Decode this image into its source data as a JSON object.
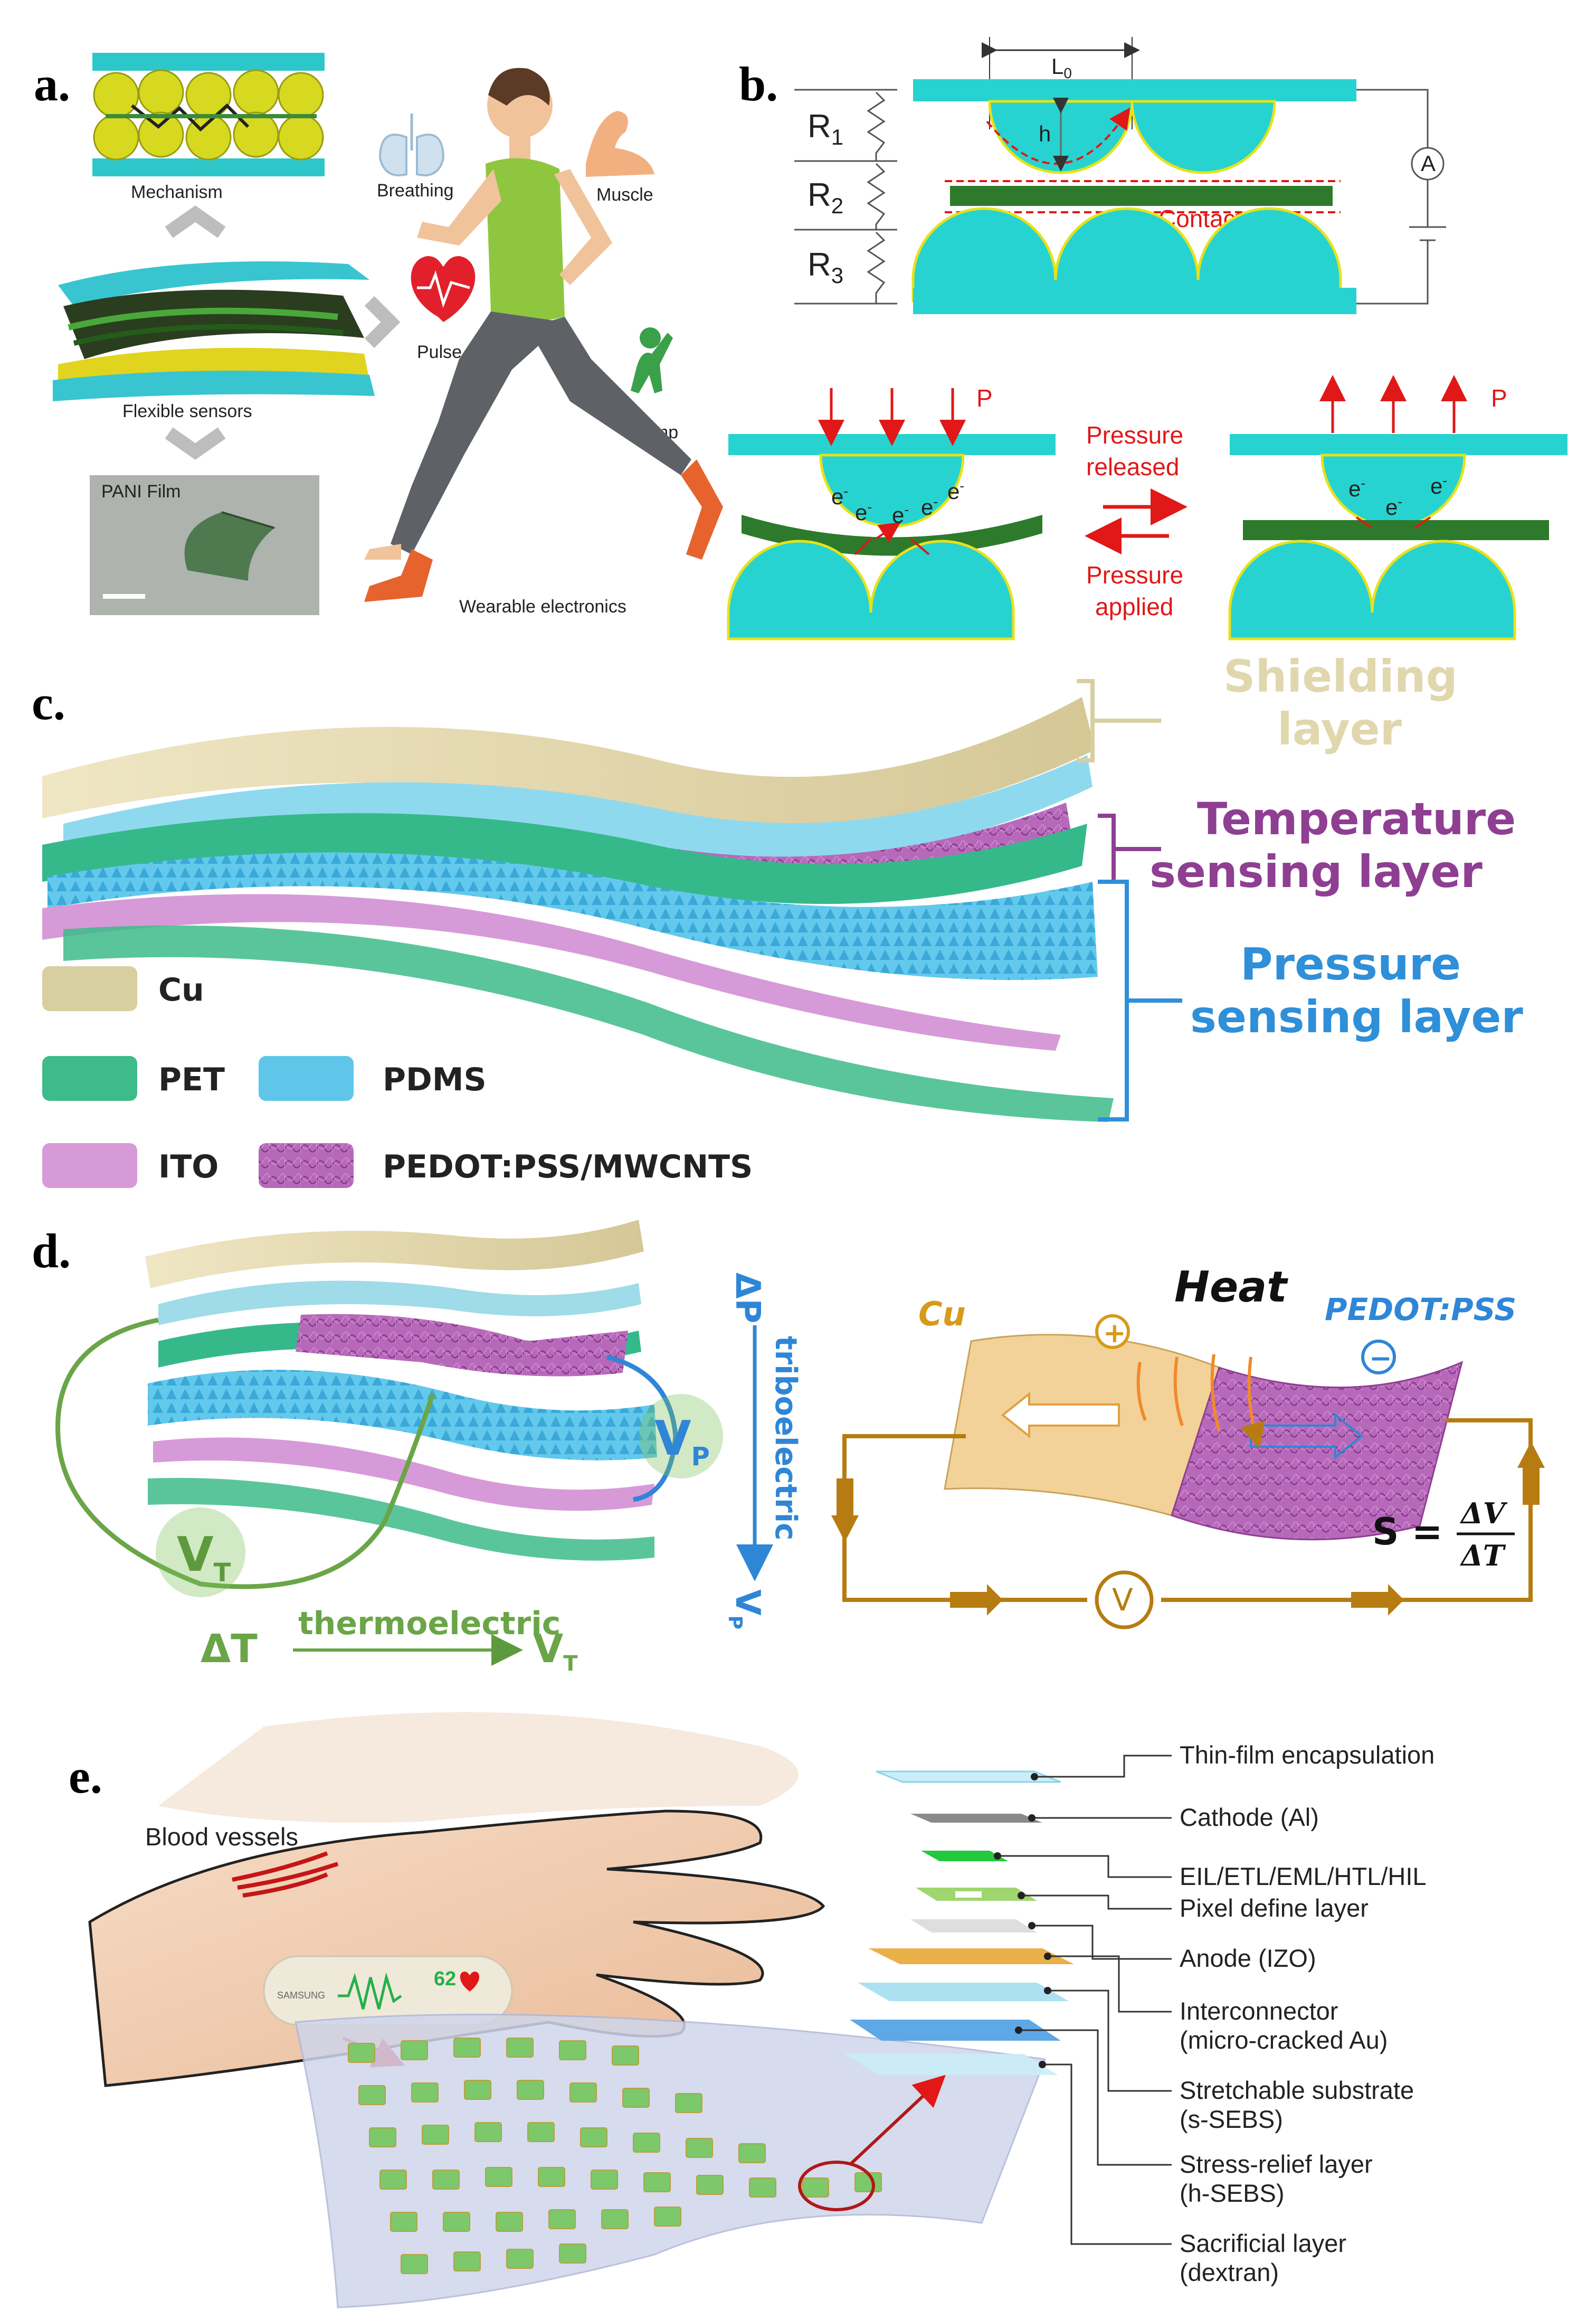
{
  "panel_a": {
    "letter": "a.",
    "mechanism": "Mechanism",
    "flexible_sensors": "Flexible sensors",
    "pani_film": "PANI Film",
    "breathing": "Breathing",
    "muscle": "Muscle",
    "pulse": "Pulse",
    "jump": "Jump",
    "wearable": "Wearable electronics"
  },
  "panel_b": {
    "letter": "b.",
    "l0": "L",
    "l0_sub": "0",
    "h": "h",
    "r_letter": "R",
    "r1_sub": "1",
    "r2_sub": "2",
    "r3_sub": "3",
    "ammeter": "A",
    "contact_r": "Contact R",
    "p_left": "P",
    "p_right": "P",
    "electron": "e",
    "electron_sup": "-",
    "released_line1": "Pressure",
    "released_line2": "released",
    "applied_line1": "Pressure",
    "applied_line2": "applied"
  },
  "panel_c": {
    "letter": "c.",
    "shielding_1": "Shielding",
    "shielding_2": "layer",
    "temperature_1": "Temperature",
    "temperature_2": "sensing layer",
    "pressure_1": "Pressure",
    "pressure_2": "sensing layer",
    "legend": {
      "cu": "Cu",
      "pet": "PET",
      "pdms": "PDMS",
      "ito": "ITO",
      "pedot": "PEDOT:PSS/MWCNTS"
    },
    "colors": {
      "cu": "#d8cfa0",
      "pet": "#3dbb8a",
      "pdms": "#5fc6ea",
      "ito": "#d79ad8",
      "pedot": "#8e3f92"
    }
  },
  "panel_d": {
    "letter": "d.",
    "delta_p": "ΔP",
    "triboelectric": "triboelectric",
    "vp_label": "V",
    "vp_sub": "P",
    "vt_letter": "V",
    "vt_sub": "T",
    "delta_t": "ΔT",
    "thermoelectric": "thermoelectric",
    "heat": "Heat",
    "cu": "Cu",
    "pedot_pss": "PEDOT:PSS",
    "plus": "+",
    "minus": "−",
    "s_eq": "S =",
    "delta_v": "ΔV",
    "delta_t_frac": "ΔT",
    "voltmeter": "V"
  },
  "panel_e": {
    "letter": "e.",
    "blood_vessels": "Blood vessels",
    "samsung": "SAMSUNG",
    "heart_rate": "62",
    "layers": [
      "Thin-film encapsulation",
      "Cathode (Al)",
      "EIL/ETL/EML/HTL/HIL",
      "Pixel define layer",
      "Anode (IZO)",
      "Interconnector",
      "(micro-cracked Au)",
      "Stretchable substrate",
      "(s-SEBS)",
      "Stress-relief layer",
      "(h-SEBS)",
      "Sacrificial layer",
      "(dextran)"
    ]
  }
}
